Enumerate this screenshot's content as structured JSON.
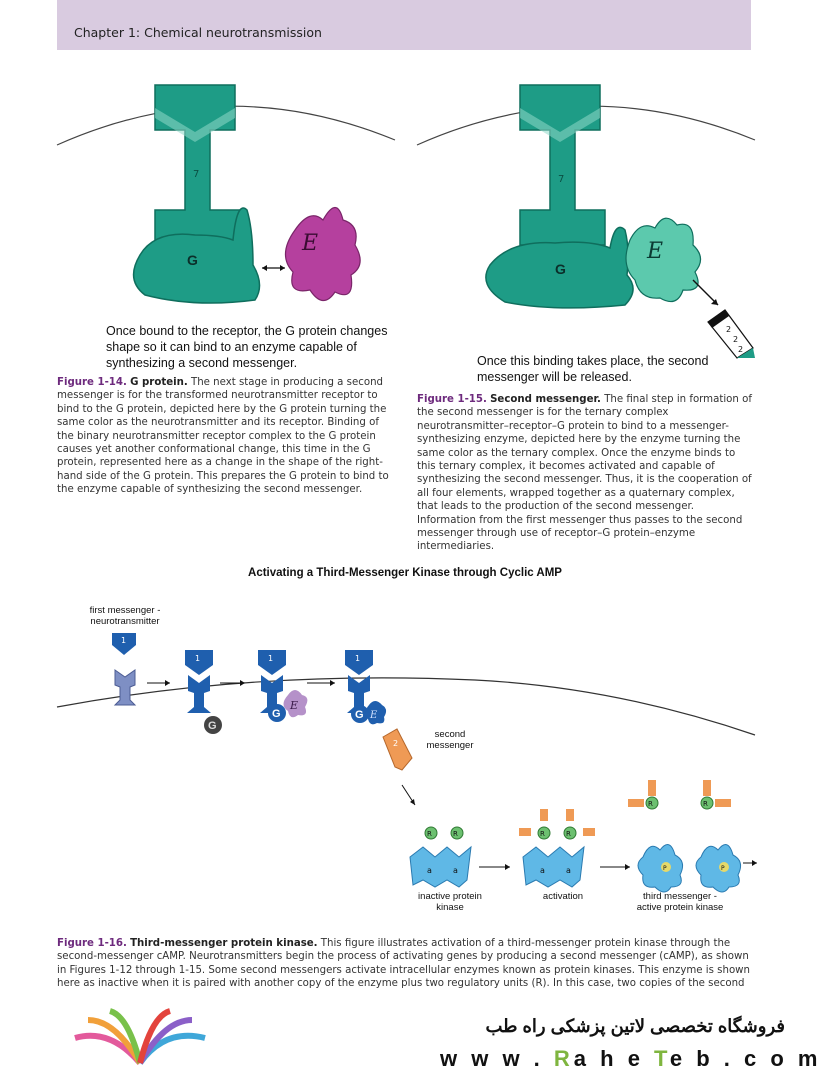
{
  "header": {
    "chapter": "Chapter 1: Chemical neurotransmission"
  },
  "fig14": {
    "receptor_num": "7",
    "gprotein": "G",
    "enzyme": "E",
    "panel_text": "Once bound to the receptor, the G protein changes shape so it can bind to an enzyme capable of synthesizing a second messenger.",
    "label": "Figure 1-14.",
    "title": "G protein.",
    "caption": "The next stage in producing a second messenger is for the transformed neurotransmitter receptor to bind to the G protein, depicted here by the G protein turning the same color as the neurotransmitter and its receptor. Binding of the binary neurotransmitter receptor complex to the G protein causes yet another conformational change, this time in the G protein, represented here as a change in the shape of the right-hand side of the G protein. This prepares the G protein to bind to the enzyme capable of synthesizing the second messenger."
  },
  "fig15": {
    "receptor_num": "7",
    "gprotein": "G",
    "enzyme": "E",
    "messenger": "2",
    "panel_text": "Once this binding takes place, the second messenger will be released.",
    "label": "Figure 1-15.",
    "title": "Second messenger.",
    "caption": "The final step in formation of the second messenger is for the ternary complex neurotransmitter–receptor–G protein to bind to a messenger-synthesizing enzyme, depicted here by the enzyme turning the same color as the ternary complex. Once the enzyme binds to this ternary complex, it becomes activated and capable of synthesizing the second messenger. Thus, it is the cooperation of all four elements, wrapped together as a quaternary complex, that leads to the production of the second messenger. Information from the first messenger thus passes to the second messenger through use of receptor–G protein–enzyme intermediaries."
  },
  "fig16": {
    "diagram_title": "Activating a Third-Messenger Kinase through Cyclic AMP",
    "first_messenger_label": "first messenger - neurotransmitter",
    "first_num": "1",
    "second_num": "2",
    "g": "G",
    "e": "E",
    "r": "R",
    "a": "a",
    "p": "P",
    "second_messenger_label": "second messenger",
    "inactive_label": "inactive protein kinase",
    "activation_label": "activation",
    "third_label": "third messenger - active protein kinase",
    "label": "Figure 1-16.",
    "title": "Third-messenger protein kinase.",
    "caption": "This figure illustrates activation of a third-messenger protein kinase through the second-messenger cAMP. Neurotransmitters begin the process of activating genes by producing a second messenger (cAMP), as shown in Figures 1-12 through 1-15. Some second messengers activate intracellular enzymes known as protein kinases. This enzyme is shown here as inactive when it is paired with another copy of the enzyme plus two regulatory units (R). In this case, two copies of the second messenger"
  },
  "footer": {
    "persian": "فروشگاه تخصصی لاتین پزشکی راه طب",
    "www_pre": "w w w . ",
    "www_r": "R",
    "www_mid1": "a h e ",
    "www_t": "T",
    "www_mid2": "e b . c o m"
  },
  "colors": {
    "header_bg": "#d9cbe0",
    "teal": "#1e9c86",
    "teal_dark": "#0f6e5d",
    "magenta": "#b5409e",
    "blue": "#1f5fae",
    "sky": "#5fb8e6",
    "orange": "#ef9a55",
    "green": "#6cc070",
    "fig_label": "#6d2a7d"
  }
}
